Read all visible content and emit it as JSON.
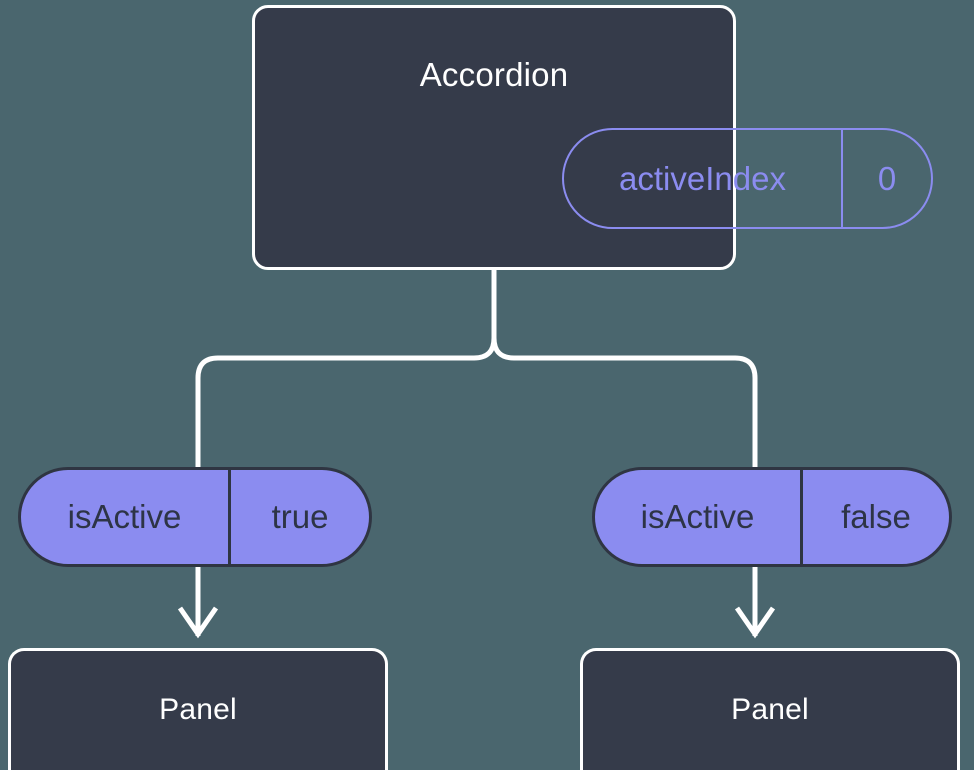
{
  "diagram": {
    "type": "component-tree",
    "background_color": "#4a666e",
    "root": {
      "title": "Accordion",
      "state_pill": {
        "key": "activeIndex",
        "value": "0",
        "style": "outline",
        "color": "#8b8cf0"
      }
    },
    "branches": [
      {
        "side": "left",
        "prop_pill": {
          "key": "isActive",
          "value": "true",
          "style": "filled",
          "fill_color": "#8b8cf0",
          "text_color": "#2d3446"
        },
        "child": {
          "title": "Panel"
        }
      },
      {
        "side": "right",
        "prop_pill": {
          "key": "isActive",
          "value": "false",
          "style": "filled",
          "fill_color": "#8b8cf0",
          "text_color": "#2d3446"
        },
        "child": {
          "title": "Panel"
        }
      }
    ],
    "colors": {
      "box_fill": "#353b4a",
      "box_stroke": "#ffffff",
      "accent": "#8b8cf0",
      "connector": "#ffffff"
    }
  }
}
